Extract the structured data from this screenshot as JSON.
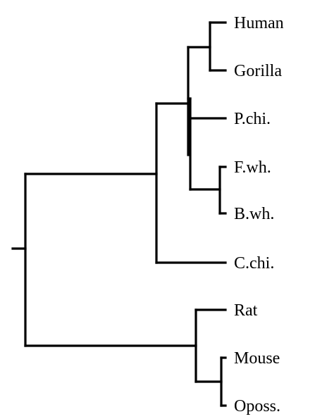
{
  "tree": {
    "leaves": [
      "Human",
      "Gorilla",
      "P.chi.",
      "F.wh.",
      "B.wh.",
      "C.chi.",
      "Rat",
      "Mouse",
      "Oposs."
    ]
  },
  "colors": {
    "branch": "#000000",
    "label": "#000000",
    "background": "#ffffff"
  }
}
